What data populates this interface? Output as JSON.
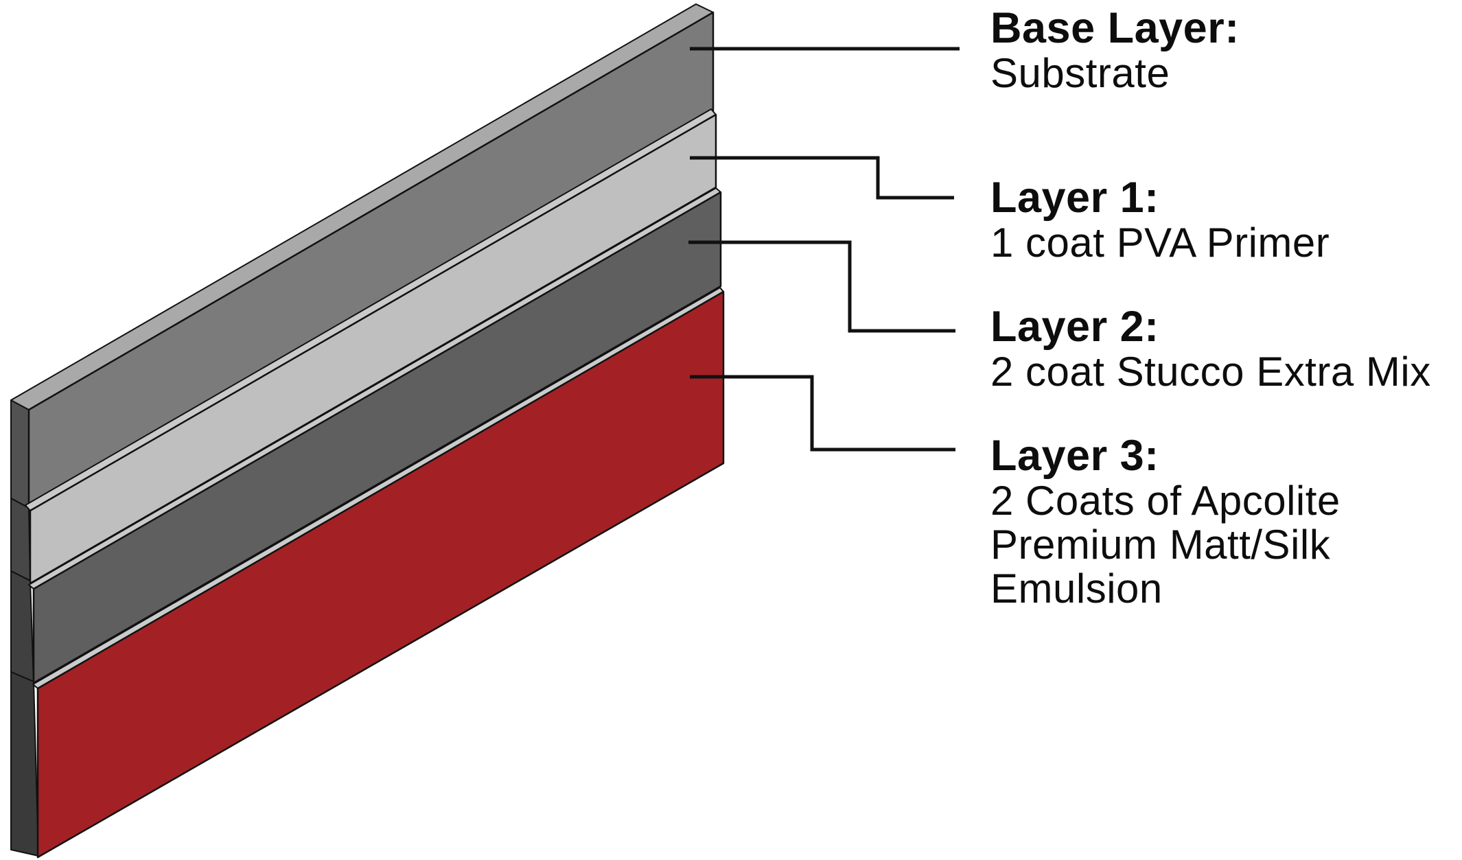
{
  "background_color": "#ffffff",
  "outline_color": "#111111",
  "leader_color": "#111111",
  "labels": [
    {
      "id": "base",
      "title": "Base Layer:",
      "body": [
        "Substrate"
      ]
    },
    {
      "id": "layer1",
      "title": "Layer 1:",
      "body": [
        "1 coat PVA Primer"
      ]
    },
    {
      "id": "layer2",
      "title": "Layer 2:",
      "body": [
        "2 coat Stucco Extra Mix"
      ]
    },
    {
      "id": "layer3",
      "title": "Layer 3:",
      "body": [
        "2 Coats of Apcolite",
        "Premium Matt/Silk",
        "Emulsion"
      ]
    }
  ],
  "layers": [
    {
      "name": "substrate",
      "face_color": "#7b7b7b",
      "top_color": "#a9a9a9",
      "side_color": "#525252"
    },
    {
      "name": "pva-primer",
      "face_color": "#bfbfbf",
      "top_color": "#cacaca",
      "side_color": "#474747"
    },
    {
      "name": "stucco-extra-mix",
      "face_color": "#5f5f5f",
      "top_color": "#c9c9c9",
      "side_color": "#404040"
    },
    {
      "name": "emulsion",
      "face_color": "#a32125",
      "top_color": "#c9cccb",
      "side_color": "#3a3a3a"
    }
  ]
}
